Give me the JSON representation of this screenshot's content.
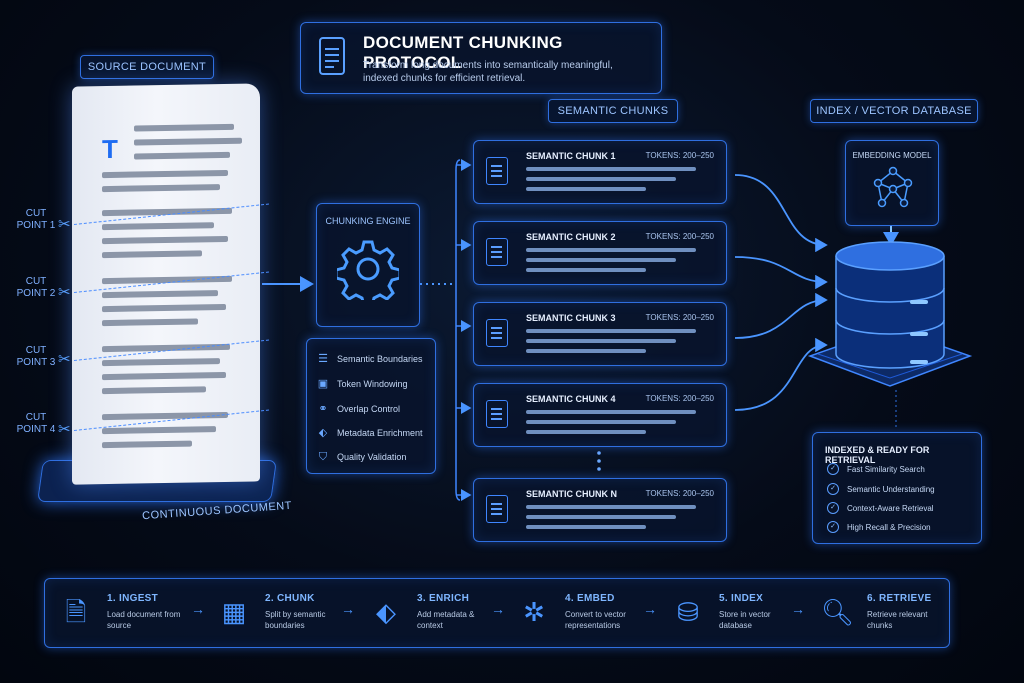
{
  "header": {
    "title": "DOCUMENT CHUNKING PROTOCOL",
    "subtitle": "Transform long documents into semantically meaningful, indexed chunks for efficient retrieval."
  },
  "labels": {
    "source_document": "SOURCE DOCUMENT",
    "semantic_chunks": "SEMANTIC CHUNKS",
    "index_vector_db": "INDEX / VECTOR DATABASE",
    "continuous_document": "CONTINUOUS DOCUMENT",
    "doc_initial": "T"
  },
  "cut_points": [
    {
      "label": "CUT POINT 1"
    },
    {
      "label": "CUT POINT 2"
    },
    {
      "label": "CUT POINT 3"
    },
    {
      "label": "CUT POINT 4"
    }
  ],
  "engine": {
    "label": "CHUNKING ENGINE",
    "features": [
      {
        "label": "Semantic Boundaries",
        "icon": "list-icon"
      },
      {
        "label": "Token Windowing",
        "icon": "window-icon"
      },
      {
        "label": "Overlap Control",
        "icon": "overlap-icon"
      },
      {
        "label": "Metadata Enrichment",
        "icon": "tag-icon"
      },
      {
        "label": "Quality Validation",
        "icon": "shield-check-icon"
      }
    ]
  },
  "chunks": [
    {
      "name": "SEMANTIC CHUNK 1",
      "tokens": "TOKENS: 200–250"
    },
    {
      "name": "SEMANTIC CHUNK 2",
      "tokens": "TOKENS: 200–250"
    },
    {
      "name": "SEMANTIC CHUNK 3",
      "tokens": "TOKENS: 200–250"
    },
    {
      "name": "SEMANTIC CHUNK 4",
      "tokens": "TOKENS: 200–250"
    },
    {
      "name": "SEMANTIC CHUNK N",
      "tokens": "TOKENS: 200–250"
    }
  ],
  "embedding": {
    "label": "EMBEDDING MODEL"
  },
  "index_ready": {
    "title": "INDEXED & READY FOR RETRIEVAL",
    "items": [
      "Fast Similarity Search",
      "Semantic Understanding",
      "Context-Aware Retrieval",
      "High Recall & Precision"
    ]
  },
  "pipeline": [
    {
      "title": "1. INGEST",
      "desc": "Load document from source",
      "icon": "document-icon"
    },
    {
      "title": "2. CHUNK",
      "desc": "Split by semantic boundaries",
      "icon": "split-icon"
    },
    {
      "title": "3. ENRICH",
      "desc": "Add metadata & context",
      "icon": "tag-icon"
    },
    {
      "title": "4. EMBED",
      "desc": "Convert to vector representations",
      "icon": "network-icon"
    },
    {
      "title": "5. INDEX",
      "desc": "Store in vector database",
      "icon": "database-icon"
    },
    {
      "title": "6. RETRIEVE",
      "desc": "Retrieve relevant chunks",
      "icon": "magnifier-icon"
    }
  ],
  "colors": {
    "accent": "#2f78ff",
    "background": "#050b18",
    "glow": "#4a95ff"
  }
}
